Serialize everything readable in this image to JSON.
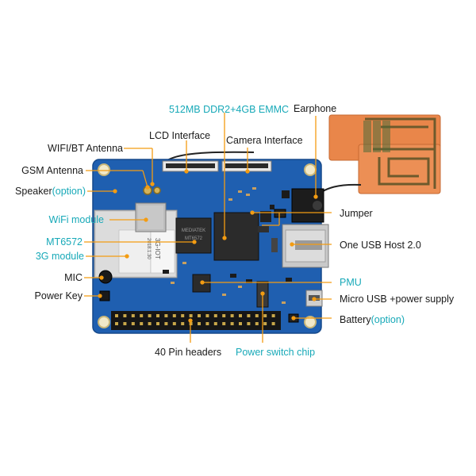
{
  "colors": {
    "leader": "#f39c12",
    "accent_text": "#17a9b8",
    "pcb": "#1f5fb0",
    "pcb_dark": "#16498a"
  },
  "labels": {
    "wifi_bt_antenna": "WIFI/BT Antenna",
    "gsm_antenna": "GSM Antenna",
    "speaker": "Speaker",
    "speaker_option": "(option)",
    "wifi_module": "WiFi module",
    "mt6572": "MT6572",
    "module_3g": "3G module",
    "mic": "MIC",
    "power_key": "Power Key",
    "memory": "512MB DDR2+4GB EMMC",
    "lcd_interface": "LCD Interface",
    "camera_interface": "Camera Interface",
    "earphone": "Earphone",
    "jumper": "Jumper",
    "usb_host": "One  USB Host 2.0",
    "pmu": "PMU",
    "micro_usb": "Micro USB +power supply",
    "battery": "Battery",
    "battery_option": "(option)",
    "pin_headers": "40 Pin headers",
    "power_switch": "Power switch chip"
  },
  "board": {
    "module_text_1": "MEDIATEK",
    "module_text_2": "MT6572",
    "sticker_1": "3G-IOT",
    "sticker_2": "2018.1.30"
  }
}
